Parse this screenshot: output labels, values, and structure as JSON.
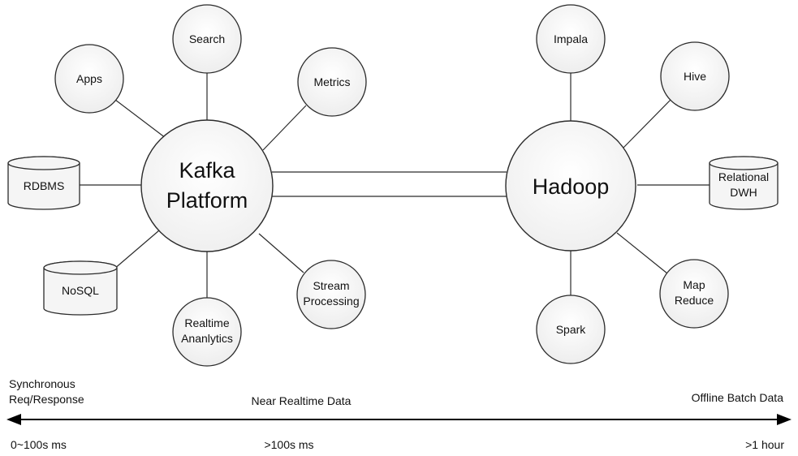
{
  "hubs": {
    "kafka": [
      "Kafka",
      "Platform"
    ],
    "hadoop": [
      "Hadoop"
    ]
  },
  "kafka_nodes": {
    "search": [
      "Search"
    ],
    "apps": [
      "Apps"
    ],
    "metrics": [
      "Metrics"
    ],
    "rdbms": [
      "RDBMS"
    ],
    "nosql": [
      "NoSQL"
    ],
    "realtime_analytics": [
      "Realtime",
      "Ananlytics"
    ],
    "stream_processing": [
      "Stream",
      "Processing"
    ]
  },
  "hadoop_nodes": {
    "impala": [
      "Impala"
    ],
    "hive": [
      "Hive"
    ],
    "relational_dwh": [
      "Relational",
      "DWH"
    ],
    "map_reduce": [
      "Map",
      "Reduce"
    ],
    "spark": [
      "Spark"
    ]
  },
  "timeline": {
    "left_top": [
      "Synchronous",
      "Req/Response"
    ],
    "center_top": "Near Realtime Data",
    "right_top": "Offline Batch Data",
    "left_bottom": "0~100s ms",
    "center_bottom": ">100s ms",
    "right_bottom": ">1 hour"
  }
}
